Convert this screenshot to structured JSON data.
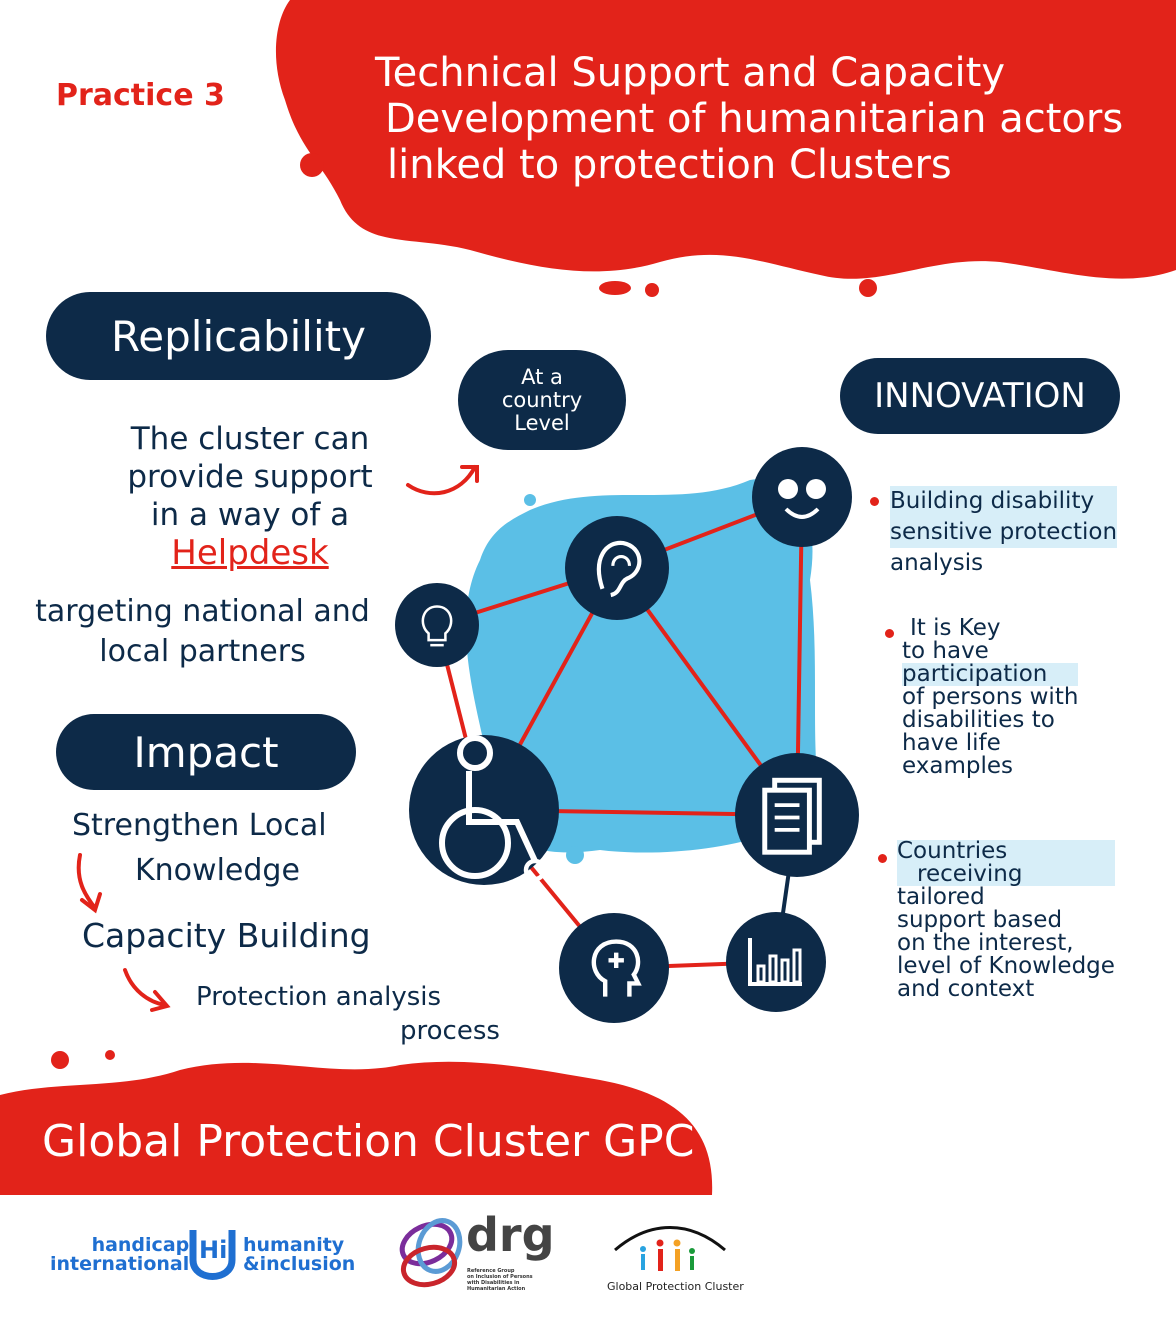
{
  "header": {
    "practice_label": "Practice 3",
    "title_lines": [
      "Technical Support and Capacity",
      "Development of humanitarian actors",
      "linked to protection Clusters"
    ]
  },
  "replicability": {
    "heading": "Replicability",
    "text_lines": [
      "The cluster can",
      "provide  support",
      "in a way of a"
    ],
    "helpdesk": "Helpdesk",
    "target_lines": [
      "targeting national and",
      "local partners"
    ]
  },
  "country_level": {
    "lines": [
      "At a",
      "country",
      "Level"
    ]
  },
  "innovation": {
    "heading": "INNOVATION",
    "bullets": [
      {
        "lines": [
          "Building disability",
          "sensitive protection",
          "analysis"
        ]
      },
      {
        "lines": [
          "It is Key",
          "to have",
          "participation",
          "of persons with",
          "disabilities to",
          "have life",
          "examples"
        ]
      },
      {
        "lines": [
          "Countries",
          "receiving",
          "tailored",
          "support based",
          "on the interest,",
          "level of Knowledge",
          "and context"
        ]
      }
    ]
  },
  "impact": {
    "heading": "Impact",
    "steps": [
      "Strengthen Local",
      "Knowledge",
      "Capacity Building",
      "Protection analysis",
      "process"
    ]
  },
  "network": {
    "nodes": [
      "glasses-face-icon",
      "ear-icon",
      "lightbulb-icon",
      "wheelchair-icon",
      "document-icon",
      "head-plus-icon",
      "bar-chart-icon"
    ]
  },
  "footer": {
    "banner": "Global Protection Cluster GPC",
    "logos": {
      "hi_left": [
        "handicap",
        "international"
      ],
      "hi_right": [
        "humanity",
        "&inclusion"
      ],
      "drg": "drg",
      "drg_sub": [
        "Reference Group",
        "on Inclusion of Persons",
        "with Disabilities in",
        "Humanitarian Action"
      ],
      "gpc": "Global Protection Cluster"
    }
  },
  "colors": {
    "red": "#e2231a",
    "navy": "#0d2a48",
    "light_blue": "#5bbfe6"
  }
}
